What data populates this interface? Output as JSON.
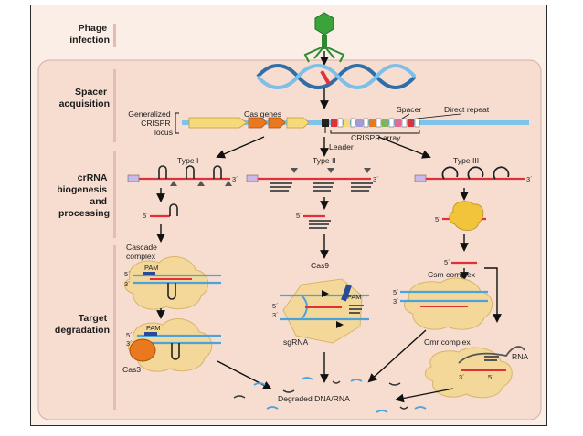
{
  "stages": {
    "phage_infection": [
      "Phage",
      "infection"
    ],
    "spacer_acquisition": [
      "Spacer",
      "acquisition"
    ],
    "crrna": [
      "crRNA",
      "biogenesis",
      "and",
      "processing"
    ],
    "target": [
      "Target",
      "degradation"
    ]
  },
  "locus": {
    "generalized": [
      "Generalized",
      "CRISPR",
      "locus"
    ],
    "cas_genes": "Cas genes",
    "spacer": "Spacer",
    "direct_repeat": "Direct repeat",
    "crispr_array": "CRISPR array",
    "leader": "Leader"
  },
  "types": {
    "type1": "Type I",
    "type2": "Type II",
    "type3": "Type III"
  },
  "ends": {
    "five": "5´",
    "three": "3´"
  },
  "complexes": {
    "cascade": [
      "Cascade",
      "complex"
    ],
    "cas9": "Cas9",
    "csm": "Csm complex",
    "cmr": "Cmr complex",
    "cas3": "Cas3",
    "sgrna": "sgRNA",
    "pam": "PAM",
    "rna": "RNA"
  },
  "degraded": "Degraded DNA/RNA",
  "colors": {
    "frame_bg": "#fbeee6",
    "panel_bg": "#f6ddd0",
    "divider": "#e2bcb5",
    "dna_blue": "#4aa3dc",
    "rna_red": "#e0313a",
    "cas_yellow": "#f6d97a",
    "cas_orange": "#e9781e",
    "protein": "#f4d89a",
    "phage_green": "#3aa43a"
  }
}
